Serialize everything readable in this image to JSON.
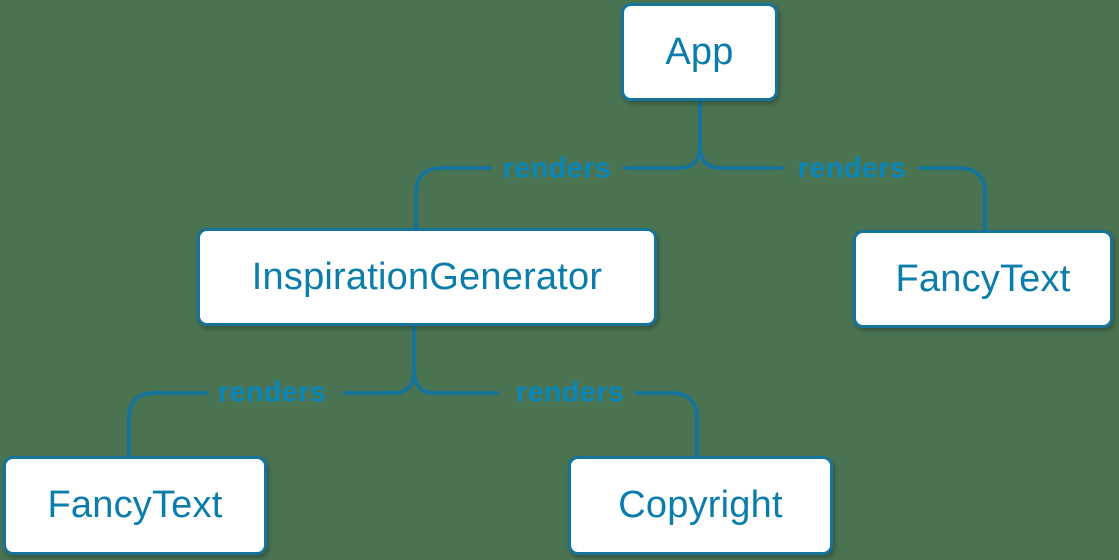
{
  "diagram": {
    "type": "component-render-tree",
    "colors": {
      "background": "#4a7351",
      "node_fill": "#ffffff",
      "node_border": "#16749b",
      "node_text": "#0b7dab",
      "edge_line": "#16749b",
      "edge_label_text": "#0a86b8"
    },
    "nodes": [
      {
        "id": "app",
        "label": "App"
      },
      {
        "id": "inspiration-generator",
        "label": "InspirationGenerator"
      },
      {
        "id": "fancy-text-top",
        "label": "FancyText"
      },
      {
        "id": "fancy-text-bottom",
        "label": "FancyText"
      },
      {
        "id": "copyright",
        "label": "Copyright"
      }
    ],
    "edges": [
      {
        "from": "App",
        "to": "InspirationGenerator",
        "label": "renders"
      },
      {
        "from": "App",
        "to": "FancyText",
        "label": "renders"
      },
      {
        "from": "InspirationGenerator",
        "to": "FancyText",
        "label": "renders"
      },
      {
        "from": "InspirationGenerator",
        "to": "Copyright",
        "label": "renders"
      }
    ]
  }
}
